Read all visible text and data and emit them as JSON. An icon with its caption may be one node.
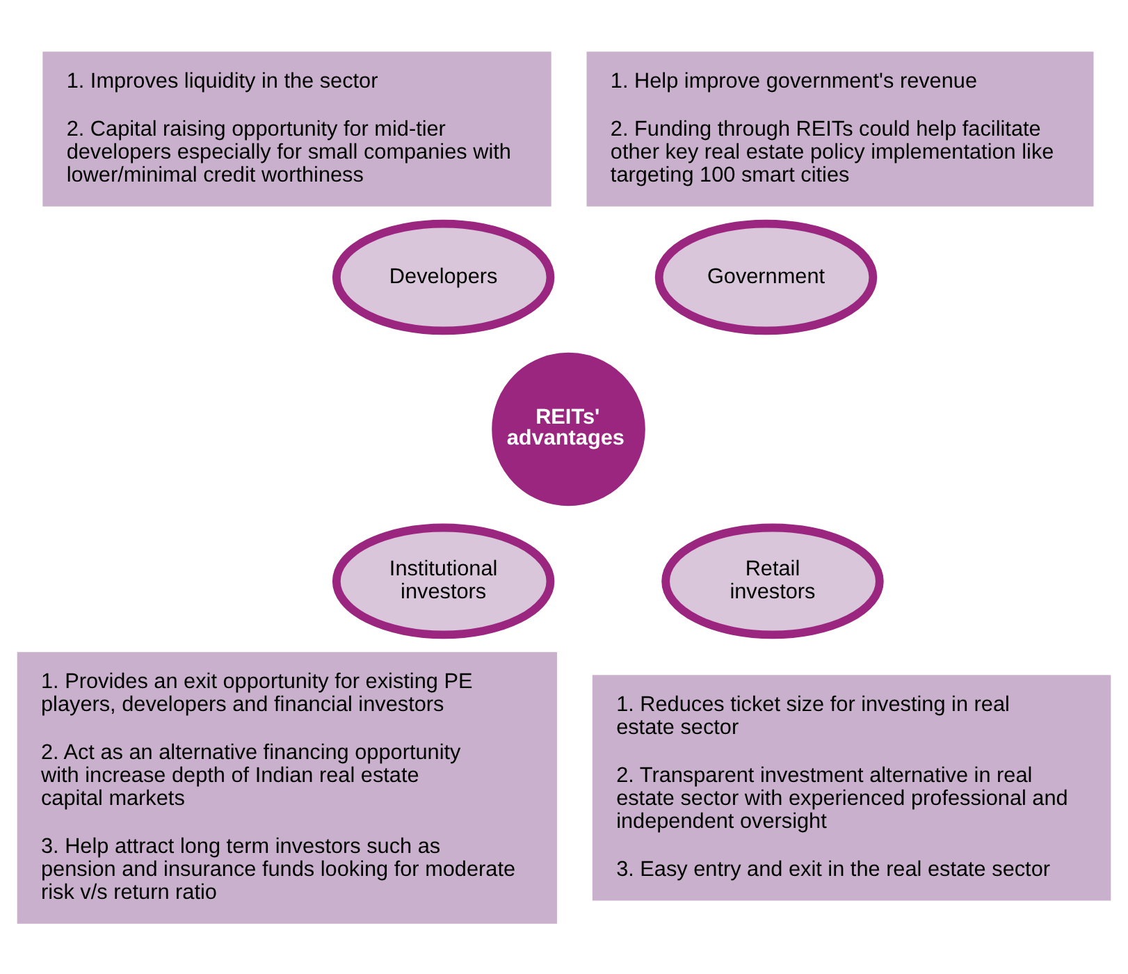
{
  "diagram": {
    "nodes": [
      {
        "text": [
          "1. Improves liquidity in the sector",
          "2. Capital raising opportunity for mid-tier developers especially for small companies with lower/minimal credit worthiness"
        ]
      },
      {
        "text": [
          "1. Help improve government's revenue",
          "2. Funding through REITs could help facilitate other key real estate policy implementation like targeting 100 smart cities"
        ]
      },
      {
        "text": [
          "Developers"
        ]
      },
      {
        "text": [
          "Government"
        ]
      },
      {
        "text": [
          "REITs' advantages"
        ]
      },
      {
        "text": [
          "Institutional investors"
        ]
      },
      {
        "text": [
          "Retail investors"
        ]
      },
      {
        "text": [
          "1. Provides an exit opportunity for existing PE players, developers and financial investors",
          "2. Act as an alternative financing opportunity with increase depth of Indian real estate capital markets",
          "3. Help attract long term investors such as pension and insurance funds looking for moderate risk v/s return ratio"
        ]
      },
      {
        "text": [
          "1. Reduces ticket size for investing in real estate sector",
          "2. Transparent investment alternative in real estate sector with experienced professional and independent oversight",
          "3. Easy entry and exit in the real estate sector"
        ]
      }
    ],
    "edges": []
  }
}
